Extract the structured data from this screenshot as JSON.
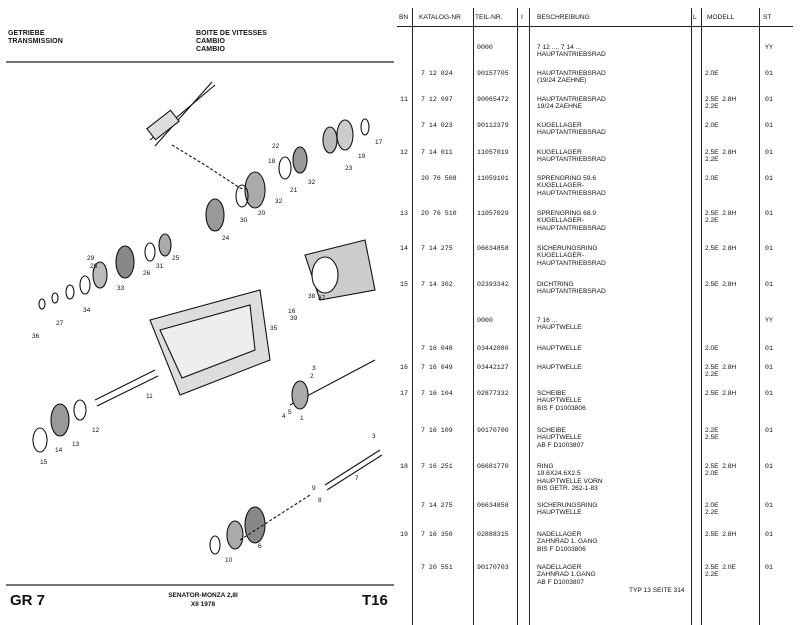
{
  "header": {
    "left": [
      "GETRIEBE",
      "TRANSMISSION"
    ],
    "right": [
      "BOITE DE VITESSES",
      "CAMBIO",
      "CAMBIO"
    ]
  },
  "footer": {
    "group": "GR 7",
    "model": "SENATOR-MONZA 2,8I",
    "date": "XII 1978",
    "page_code": "T16"
  },
  "diagram_labels": [
    "17",
    "19",
    "23",
    "22",
    "21",
    "32",
    "20",
    "24",
    "30",
    "32",
    "18",
    "25",
    "26",
    "31",
    "28",
    "29",
    "33",
    "36",
    "27",
    "34",
    "35",
    "3",
    "1",
    "2",
    "4",
    "5",
    "11",
    "12",
    "13",
    "14",
    "15",
    "6",
    "7",
    "8",
    "9",
    "10",
    "3",
    "16",
    "39",
    "38",
    "37"
  ],
  "table": {
    "headers": {
      "bn": "BN",
      "katalog": "KATALOG-NR",
      "teil": "TEIL-NR.",
      "i": "I",
      "beschreibung": "BESCHREIBUNG",
      "l": "L",
      "modell": "MODELL",
      "st": "ST"
    },
    "rows": [
      {
        "bn": "",
        "katalog": "",
        "teil": "0000",
        "desc": [
          "7 12 ..., 7 14 ...",
          "HAUPTANTRIEBSRAD"
        ],
        "modell": [
          ""
        ],
        "st": "YY"
      },
      {
        "bn": "",
        "katalog": "7 12 024",
        "teil": "90157705",
        "desc": [
          "HAUPTANTRIEBSRAD",
          "(19/24 ZAEHNE)"
        ],
        "modell": [
          "2.0E"
        ],
        "st": "01"
      },
      {
        "bn": "11",
        "katalog": "7 12 097",
        "teil": "90065472",
        "desc": [
          "HAUPTANTRIEBSRAD",
          "19/24 ZAEHNE"
        ],
        "modell": [
          "2.5E  2.8H",
          "2.2E"
        ],
        "st": "01"
      },
      {
        "bn": "",
        "katalog": "7 14 023",
        "teil": "90112379",
        "desc": [
          "KUGELLAGER",
          "HAUPTANTRIEBSRAD"
        ],
        "modell": [
          "2.0E"
        ],
        "st": "01"
      },
      {
        "bn": "12",
        "katalog": "7 14 011",
        "teil": "11057019",
        "desc": [
          "KUGELLAGER",
          "HAUPTANTRIEBSRAD"
        ],
        "modell": [
          "2.5E  2.8H",
          "2.2E"
        ],
        "st": "01"
      },
      {
        "bn": "",
        "katalog": "20 76 508",
        "teil": "11059101",
        "desc": [
          "SPRENGRING 59.6",
          "KUGELLAGER-",
          "HAUPTANTRIEBSRAD"
        ],
        "modell": [
          "2.0E"
        ],
        "st": "01"
      },
      {
        "bn": "13",
        "katalog": "20 76 510",
        "teil": "11057029",
        "desc": [
          "SPRENGRING 68.9",
          "KUGELLAGER-",
          "HAUPTANTRIEBSRAD"
        ],
        "modell": [
          "2.5E  2.8H",
          "2.2E"
        ],
        "st": "01"
      },
      {
        "bn": "14",
        "katalog": "7 14 275",
        "teil": "06634858",
        "desc": [
          "SICHERUNGSRING",
          "KUGELLAGER-",
          "HAUPTANTRIEBSRAD"
        ],
        "modell": [
          "2.5E  2.8H"
        ],
        "st": "01"
      },
      {
        "bn": "15",
        "katalog": "7 14 302",
        "teil": "02393342",
        "desc": [
          "DICHTRING",
          "HAUPTANTRIEBSRAD"
        ],
        "modell": [
          "2.5E  2.8H"
        ],
        "st": "01"
      },
      {
        "bn": "",
        "katalog": "",
        "teil": "0000",
        "desc": [
          "7 16 ...",
          "HAUPTWELLE"
        ],
        "modell": [
          ""
        ],
        "st": "YY"
      },
      {
        "bn": "",
        "katalog": "7 16 048",
        "teil": "03442080",
        "desc": [
          "HAUPTWELLE"
        ],
        "modell": [
          "2.0E"
        ],
        "st": "01"
      },
      {
        "bn": "16",
        "katalog": "7 16 049",
        "teil": "03442127",
        "desc": [
          "HAUPTWELLE"
        ],
        "modell": [
          "2.5E  2.8H",
          "2.2E"
        ],
        "st": "01"
      },
      {
        "bn": "17",
        "katalog": "7 16 104",
        "teil": "02877332",
        "desc": [
          "SCHEIBE",
          "HAUPTWELLE",
          "BIS F D1003806"
        ],
        "modell": [
          "2.5E  2.8H"
        ],
        "st": "01"
      },
      {
        "bn": "",
        "katalog": "7 16 109",
        "teil": "90170700",
        "desc": [
          "SCHEIBE",
          "HAUPTWELLE",
          "AB F D1003807"
        ],
        "modell": [
          "2.2E",
          "2.5E"
        ],
        "st": "01"
      },
      {
        "bn": "18",
        "katalog": "7 16 251",
        "teil": "06681770",
        "desc": [
          "RING",
          "19.6X24.6X2.5",
          "HAUPTWELLE VORN",
          "BIS GETR. 262-1-83"
        ],
        "modell": [
          "2.5E  2.8H",
          "2.0E"
        ],
        "st": "01"
      },
      {
        "bn": "",
        "katalog": "7 14 275",
        "teil": "06634858",
        "desc": [
          "SICHERUNGSRING",
          "HAUPTWELLE"
        ],
        "modell": [
          "2.0E",
          "2.2E"
        ],
        "st": "01"
      },
      {
        "bn": "19",
        "katalog": "7 16 350",
        "teil": "02888315",
        "desc": [
          "NADELLAGER",
          "ZAHNRAD 1. GANG",
          "BIS F D1003806"
        ],
        "modell": [
          "2.5E  2.8H"
        ],
        "st": "01"
      },
      {
        "bn": "",
        "katalog": "7 20 551",
        "teil": "90170703",
        "desc": [
          "NADELLAGER",
          "ZAHNRAD 1.GANG",
          "AB F D1003807"
        ],
        "modell": [
          "2.5E  2.0E",
          "2.2E"
        ],
        "st": "01"
      }
    ],
    "footnote": "TYP 13 SEITE 314"
  }
}
